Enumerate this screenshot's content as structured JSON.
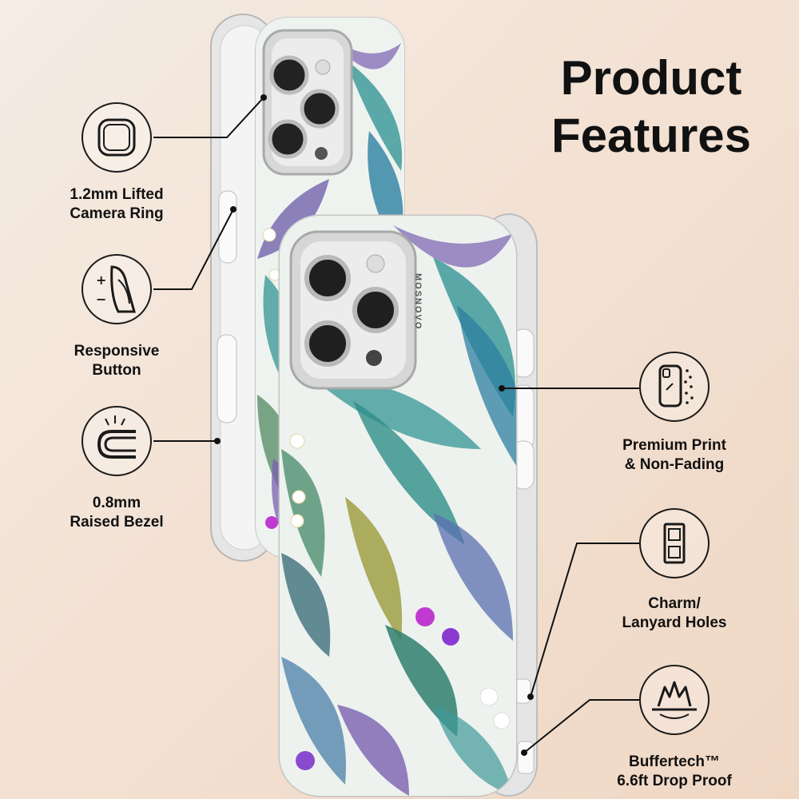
{
  "heading": {
    "line1": "Product",
    "line2": "Features"
  },
  "features": {
    "camera_ring": {
      "line1": "1.2mm Lifted",
      "line2": "Camera Ring",
      "icon": "camera-ring-icon"
    },
    "button": {
      "line1": "Responsive",
      "line2": "Button",
      "icon": "responsive-button-icon"
    },
    "bezel": {
      "line1": "0.8mm",
      "line2": "Raised Bezel",
      "icon": "raised-bezel-icon"
    },
    "print": {
      "line1": "Premium Print",
      "line2": "& Non-Fading",
      "icon": "premium-print-icon"
    },
    "lanyard": {
      "line1": "Charm/",
      "line2": "Lanyard Holes",
      "icon": "lanyard-holes-icon"
    },
    "drop": {
      "line1": "Buffertech™",
      "line2": "6.6ft Drop Proof",
      "icon": "drop-proof-icon"
    }
  },
  "brand_text": "MOSNOVO",
  "colors": {
    "text": "#111111",
    "leaf_teal": "#3f9a9a",
    "leaf_purple": "#7b5fb0",
    "leaf_olive": "#9a9a3a",
    "flower_magenta": "#c03ad0"
  }
}
